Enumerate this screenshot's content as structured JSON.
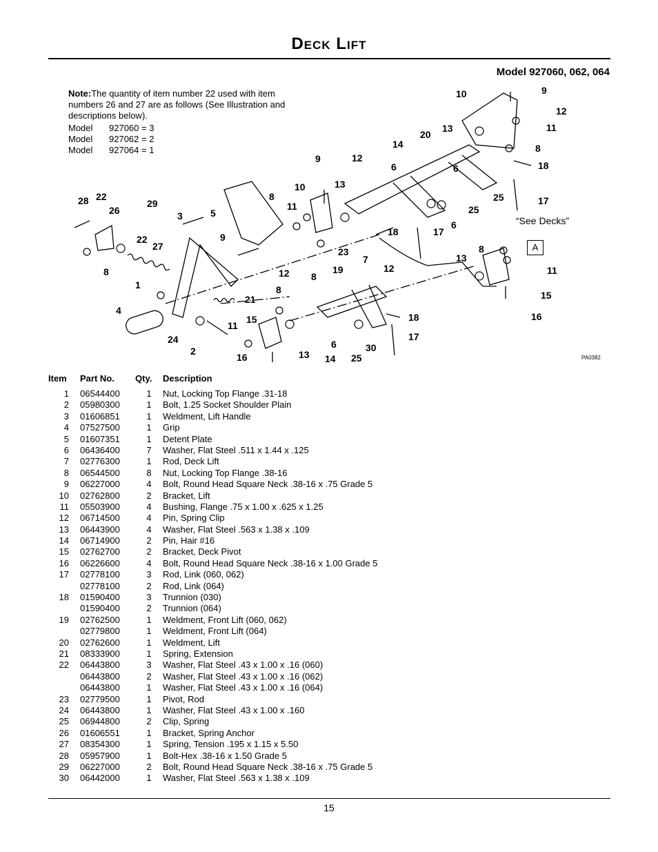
{
  "header": {
    "title_initial_1": "D",
    "title_rest_1": "ECK",
    "title_initial_2": "L",
    "title_rest_2": "IFT",
    "model": "Model 927060, 062, 064"
  },
  "note": {
    "label": "Note:",
    "text": "The quantity of item number 22 used with item numbers 26 and 27 are as follows (See Illustration and descriptions below).",
    "models": [
      {
        "label": "Model",
        "value": "927060 = 3"
      },
      {
        "label": "Model",
        "value": "927062 = 2"
      },
      {
        "label": "Model",
        "value": "927064 = 1"
      }
    ]
  },
  "diagram": {
    "see_decks": "“See Decks”",
    "box_label": "A",
    "figure_id": "PA0382",
    "callouts": [
      "10",
      "9",
      "12",
      "11",
      "13",
      "8",
      "20",
      "14",
      "18",
      "6",
      "9",
      "12",
      "6",
      "17",
      "13",
      "25",
      "10",
      "8",
      "11",
      "25",
      "6",
      "28",
      "22",
      "26",
      "29",
      "5",
      "3",
      "18",
      "17",
      "9",
      "22",
      "27",
      "23",
      "7",
      "12",
      "13",
      "8",
      "8",
      "11",
      "8",
      "19",
      "12",
      "1",
      "8",
      "21",
      "15",
      "4",
      "15",
      "11",
      "18",
      "16",
      "24",
      "2",
      "6",
      "30",
      "17",
      "16",
      "13",
      "14",
      "25"
    ]
  },
  "table": {
    "headers": {
      "item": "Item",
      "part": "Part No.",
      "qty": "Qty.",
      "desc": "Description"
    },
    "rows": [
      {
        "item": "1",
        "part": "06544400",
        "qty": "1",
        "desc": "Nut, Locking Top Flange .31-18"
      },
      {
        "item": "2",
        "part": "05980300",
        "qty": "1",
        "desc": "Bolt, 1.25 Socket Shoulder Plain"
      },
      {
        "item": "3",
        "part": "01606851",
        "qty": "1",
        "desc": "Weldment, Lift Handle"
      },
      {
        "item": "4",
        "part": "07527500",
        "qty": "1",
        "desc": "Grip"
      },
      {
        "item": "5",
        "part": "01607351",
        "qty": "1",
        "desc": "Detent Plate"
      },
      {
        "item": "6",
        "part": "06436400",
        "qty": "7",
        "desc": "Washer, Flat Steel  .511 x 1.44 x .125"
      },
      {
        "item": "7",
        "part": "02776300",
        "qty": "1",
        "desc": "Rod, Deck Lift"
      },
      {
        "item": "8",
        "part": "06544500",
        "qty": "8",
        "desc": "Nut, Locking Top Flange .38-16"
      },
      {
        "item": "9",
        "part": "06227000",
        "qty": "4",
        "desc": "Bolt, Round Head Square Neck .38-16 x .75 Grade 5"
      },
      {
        "item": "10",
        "part": "02762800",
        "qty": "2",
        "desc": "Bracket, Lift"
      },
      {
        "item": "11",
        "part": "05503900",
        "qty": "4",
        "desc": "Bushing, Flange .75 x 1.00 x .625 x 1.25"
      },
      {
        "item": "12",
        "part": "06714500",
        "qty": "4",
        "desc": "Pin, Spring Clip"
      },
      {
        "item": "13",
        "part": "06443900",
        "qty": "4",
        "desc": "Washer, Flat Steel .563 x 1.38 x .109"
      },
      {
        "item": "14",
        "part": "06714900",
        "qty": "2",
        "desc": "Pin, Hair #16"
      },
      {
        "item": "15",
        "part": "02762700",
        "qty": "2",
        "desc": "Bracket, Deck Pivot"
      },
      {
        "item": "16",
        "part": "06226600",
        "qty": "4",
        "desc": "Bolt, Round Head Square Neck .38-16 x 1.00 Grade 5"
      },
      {
        "item": "17",
        "part": "02778100",
        "qty": "3",
        "desc": "Rod, Link (060, 062)"
      },
      {
        "item": "",
        "part": "02778100",
        "qty": "2",
        "desc": "Rod, Link (064)"
      },
      {
        "item": "18",
        "part": "01590400",
        "qty": "3",
        "desc": "Trunnion (030)"
      },
      {
        "item": "",
        "part": "01590400",
        "qty": "2",
        "desc": "Trunnion (064)"
      },
      {
        "item": "19",
        "part": "02762500",
        "qty": "1",
        "desc": "Weldment, Front Lift (060, 062)"
      },
      {
        "item": "",
        "part": "02779800",
        "qty": "1",
        "desc": "Weldment, Front Lift (064)"
      },
      {
        "item": "20",
        "part": "02762600",
        "qty": "1",
        "desc": "Weldment, Lift"
      },
      {
        "item": "21",
        "part": "08333900",
        "qty": "1",
        "desc": "Spring, Extension"
      },
      {
        "item": "22",
        "part": "06443800",
        "qty": "3",
        "desc": "Washer, Flat Steel .43 x 1.00 x .16 (060)"
      },
      {
        "item": "",
        "part": "06443800",
        "qty": "2",
        "desc": "Washer, Flat Steel .43 x 1.00 x .16 (062)"
      },
      {
        "item": "",
        "part": "06443800",
        "qty": "1",
        "desc": "Washer, Flat Steel .43 x 1.00 x .16 (064)"
      },
      {
        "item": "23",
        "part": "02779500",
        "qty": "1",
        "desc": "Pivot, Rod"
      },
      {
        "item": "24",
        "part": "06443800",
        "qty": "1",
        "desc": "Washer, Flat Steel .43 x 1.00 x .160"
      },
      {
        "item": "25",
        "part": "06944800",
        "qty": "2",
        "desc": "Clip, Spring"
      },
      {
        "item": "26",
        "part": "01606551",
        "qty": "1",
        "desc": "Bracket, Spring Anchor"
      },
      {
        "item": "27",
        "part": "08354300",
        "qty": "1",
        "desc": "Spring, Tension .195 x 1.15 x 5.50"
      },
      {
        "item": "28",
        "part": "05957900",
        "qty": "1",
        "desc": "Bolt-Hex .38-16 x 1.50 Grade 5"
      },
      {
        "item": "29",
        "part": "06227000",
        "qty": "2",
        "desc": "Bolt, Round Head Square Neck .38-16 x .75 Grade 5"
      },
      {
        "item": "30",
        "part": "06442000",
        "qty": "1",
        "desc": "Washer, Flat Steel .563 x 1.38 x .109"
      }
    ]
  },
  "footer": {
    "page_number": "15"
  }
}
